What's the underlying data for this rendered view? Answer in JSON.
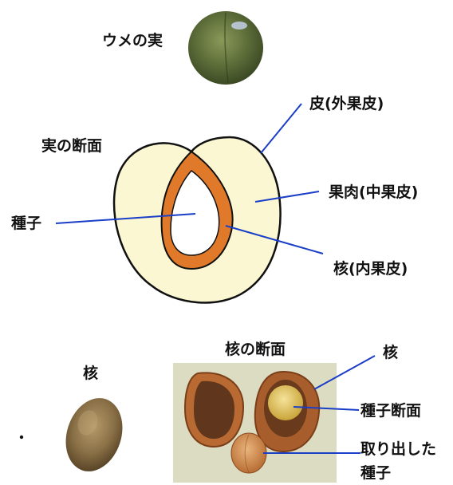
{
  "labels": {
    "ume_fruit": "ウメの実",
    "skin": "皮(外果皮)",
    "fruit_section": "実の断面",
    "flesh": "果肉(中果皮)",
    "seed": "種子",
    "stone_endocarp": "核(内果皮)",
    "stone": "核",
    "stone_section": "核の断面",
    "stone_right": "核",
    "seed_section": "種子断面",
    "extracted_seed_line1": "取り出した",
    "extracted_seed_line2": "種子"
  },
  "colors": {
    "flesh": "#fbf7d2",
    "stone_endocarp": "#e07a2a",
    "leader_line": "#1a3ec8",
    "outline": "#111111"
  }
}
